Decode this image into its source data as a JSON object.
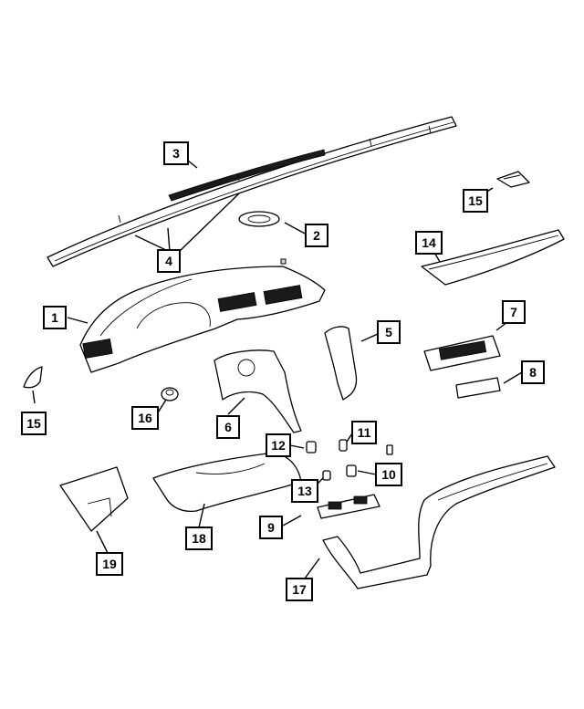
{
  "diagram": {
    "callouts": [
      {
        "id": "c1",
        "label": "1"
      },
      {
        "id": "c2",
        "label": "2"
      },
      {
        "id": "c3",
        "label": "3"
      },
      {
        "id": "c4",
        "label": "4"
      },
      {
        "id": "c5",
        "label": "5"
      },
      {
        "id": "c6",
        "label": "6"
      },
      {
        "id": "c7",
        "label": "7"
      },
      {
        "id": "c8",
        "label": "8"
      },
      {
        "id": "c9",
        "label": "9"
      },
      {
        "id": "c10",
        "label": "10"
      },
      {
        "id": "c11",
        "label": "11"
      },
      {
        "id": "c12",
        "label": "12"
      },
      {
        "id": "c13",
        "label": "13"
      },
      {
        "id": "c14",
        "label": "14"
      },
      {
        "id": "c15a",
        "label": "15"
      },
      {
        "id": "c15b",
        "label": "15"
      },
      {
        "id": "c16",
        "label": "16"
      },
      {
        "id": "c17",
        "label": "17"
      },
      {
        "id": "c18",
        "label": "18"
      },
      {
        "id": "c19",
        "label": "19"
      }
    ]
  },
  "colors": {
    "line": "#000000",
    "background": "#ffffff"
  }
}
